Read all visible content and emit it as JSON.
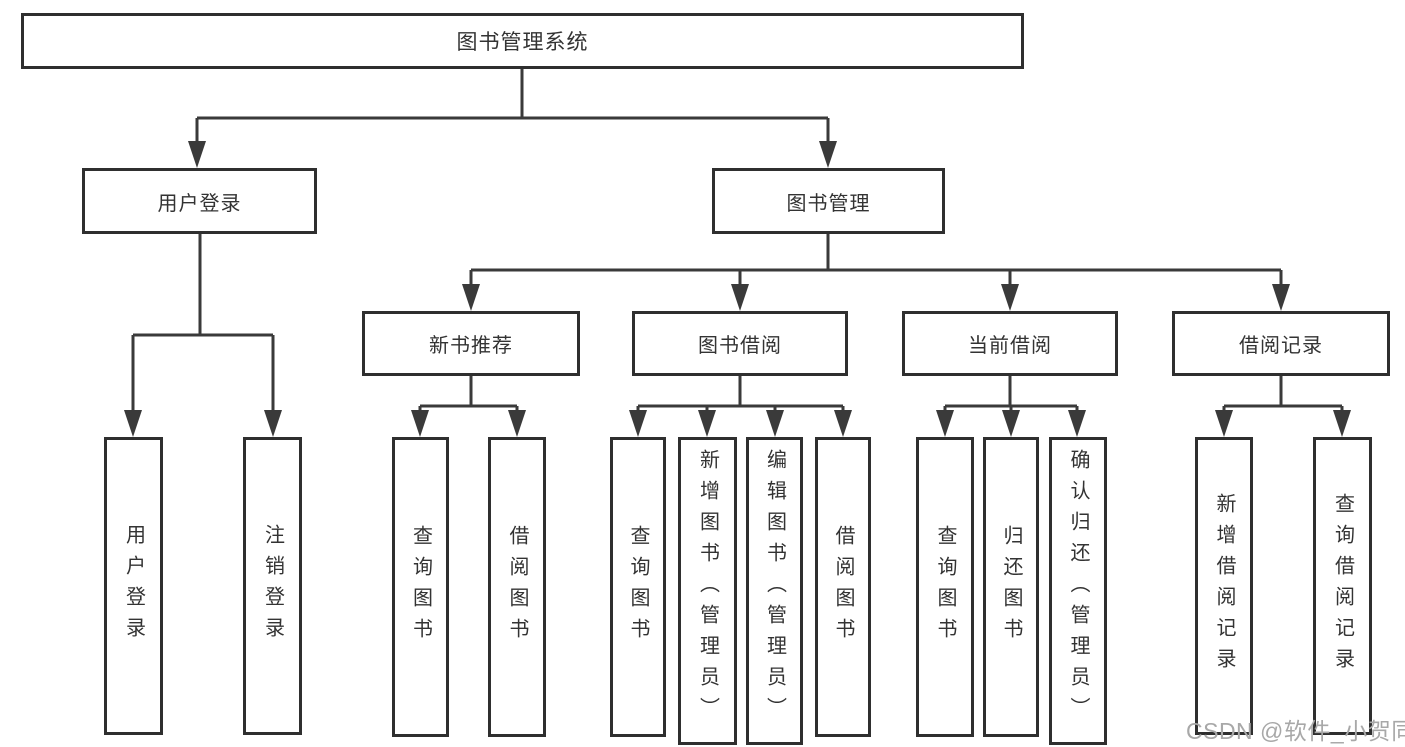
{
  "diagram": {
    "title": "图书管理系统",
    "watermark": "CSDN @软件_小贺同学",
    "colors": {
      "line": "#3a3a3a",
      "box_border": "#2f2f2f",
      "text": "#333333",
      "box_background": "#ffffff",
      "watermark_text": "#a8a8a8"
    },
    "tree": {
      "root": {
        "label": "图书管理系统",
        "children": [
          {
            "label": "用户登录",
            "children": [
              {
                "label": "用户登录"
              },
              {
                "label": "注销登录"
              }
            ]
          },
          {
            "label": "图书管理",
            "children": [
              {
                "label": "新书推荐",
                "children": [
                  {
                    "label": "查询图书"
                  },
                  {
                    "label": "借阅图书"
                  }
                ]
              },
              {
                "label": "图书借阅",
                "children": [
                  {
                    "label": "查询图书"
                  },
                  {
                    "label": "新增图书（管理员）"
                  },
                  {
                    "label": "编辑图书（管理员）"
                  },
                  {
                    "label": "借阅图书"
                  }
                ]
              },
              {
                "label": "当前借阅",
                "children": [
                  {
                    "label": "查询图书"
                  },
                  {
                    "label": "归还图书"
                  },
                  {
                    "label": "确认归还（管理员）"
                  }
                ]
              },
              {
                "label": "借阅记录",
                "children": [
                  {
                    "label": "新增借阅记录"
                  },
                  {
                    "label": "查询借阅记录"
                  }
                ]
              }
            ]
          }
        ]
      }
    }
  }
}
